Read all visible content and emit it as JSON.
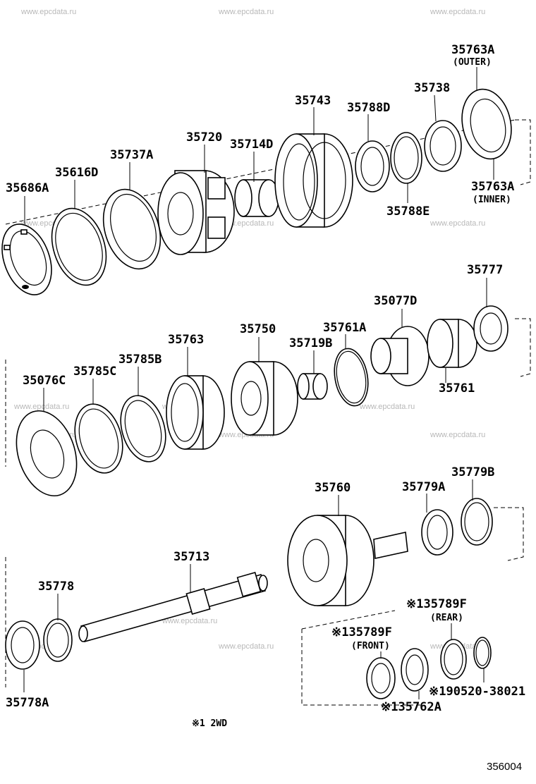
{
  "watermark": "www.epcdata.ru",
  "figure_code": "356004",
  "footnote": "※1 2WD",
  "labels": {
    "p35763a_outer": "35763A",
    "p35763a_outer_sub": "(OUTER)",
    "p35738": "35738",
    "p35788d": "35788D",
    "p35743": "35743",
    "p35720": "35720",
    "p35714d": "35714D",
    "p35737a": "35737A",
    "p35616d": "35616D",
    "p35686a": "35686A",
    "p35763a_inner": "35763A",
    "p35763a_inner_sub": "(INNER)",
    "p35788e": "35788E",
    "p35777": "35777",
    "p35077d": "35077D",
    "p35750": "35750",
    "p35761a": "35761A",
    "p35719b": "35719B",
    "p35763": "35763",
    "p35785b": "35785B",
    "p35785c": "35785C",
    "p35076c": "35076C",
    "p35761": "35761",
    "p35760": "35760",
    "p35779a": "35779A",
    "p35779b": "35779B",
    "p35713": "35713",
    "p35778": "35778",
    "p35778a": "35778A",
    "p135789f_rear": "※135789F",
    "p135789f_rear_sub": "(REAR)",
    "p135789f_front": "※135789F",
    "p135789f_front_sub": "(FRONT)",
    "p190520": "※190520-38021",
    "p135762a": "※135762A"
  }
}
